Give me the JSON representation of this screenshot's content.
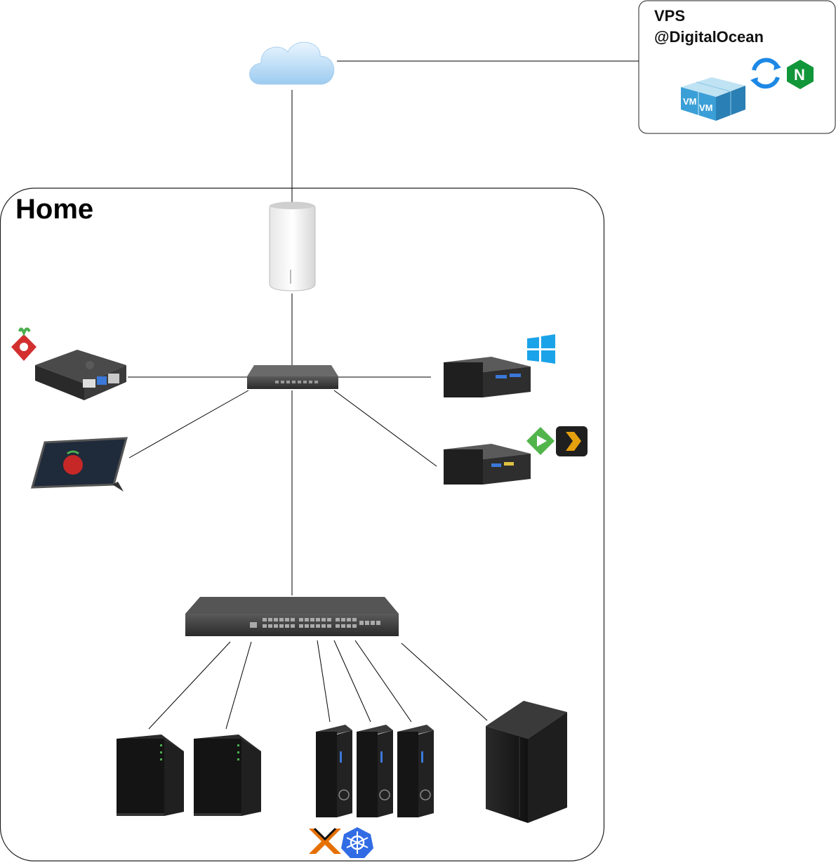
{
  "vps": {
    "line1": "VPS",
    "line2": "@DigitalOcean",
    "vm_label_1": "VM",
    "vm_label_2": "VM",
    "icons": [
      "vm-cube-icon",
      "sync-icon",
      "nginx-icon"
    ],
    "nginx_letter": "N"
  },
  "home": {
    "title": "Home"
  },
  "devices": {
    "cloud": "cloud-icon",
    "router": "router-icon",
    "small_switch": "switch-icon",
    "raspberry_pi": "raspberry-pi-icon",
    "pihole": "pihole-icon",
    "tablet": "tablet-icon",
    "nuc_windows": "mini-pc-icon",
    "windows_logo": "windows-icon",
    "nuc_media": "mini-pc-icon",
    "emby_logo": "emby-icon",
    "plex_logo": "plex-icon",
    "big_switch": "rack-switch-icon",
    "nas_1": "nas-icon",
    "nas_2": "nas-icon",
    "dell_1": "dell-micro-pc-icon",
    "dell_2": "dell-micro-pc-icon",
    "dell_3": "dell-micro-pc-icon",
    "tower": "tower-pc-icon",
    "proxmox_logo": "proxmox-icon",
    "kubernetes_logo": "kubernetes-icon"
  },
  "colors": {
    "line": "#000000",
    "cloud": "#bcdcf6",
    "switch_body": "#3a3a3a",
    "windows": "#1aa3e8",
    "nginx": "#119639",
    "sync": "#1e88e5",
    "emby": "#52b54b",
    "plex": "#e5a00d",
    "proxmox": "#e57000",
    "kubernetes": "#326ce5"
  }
}
